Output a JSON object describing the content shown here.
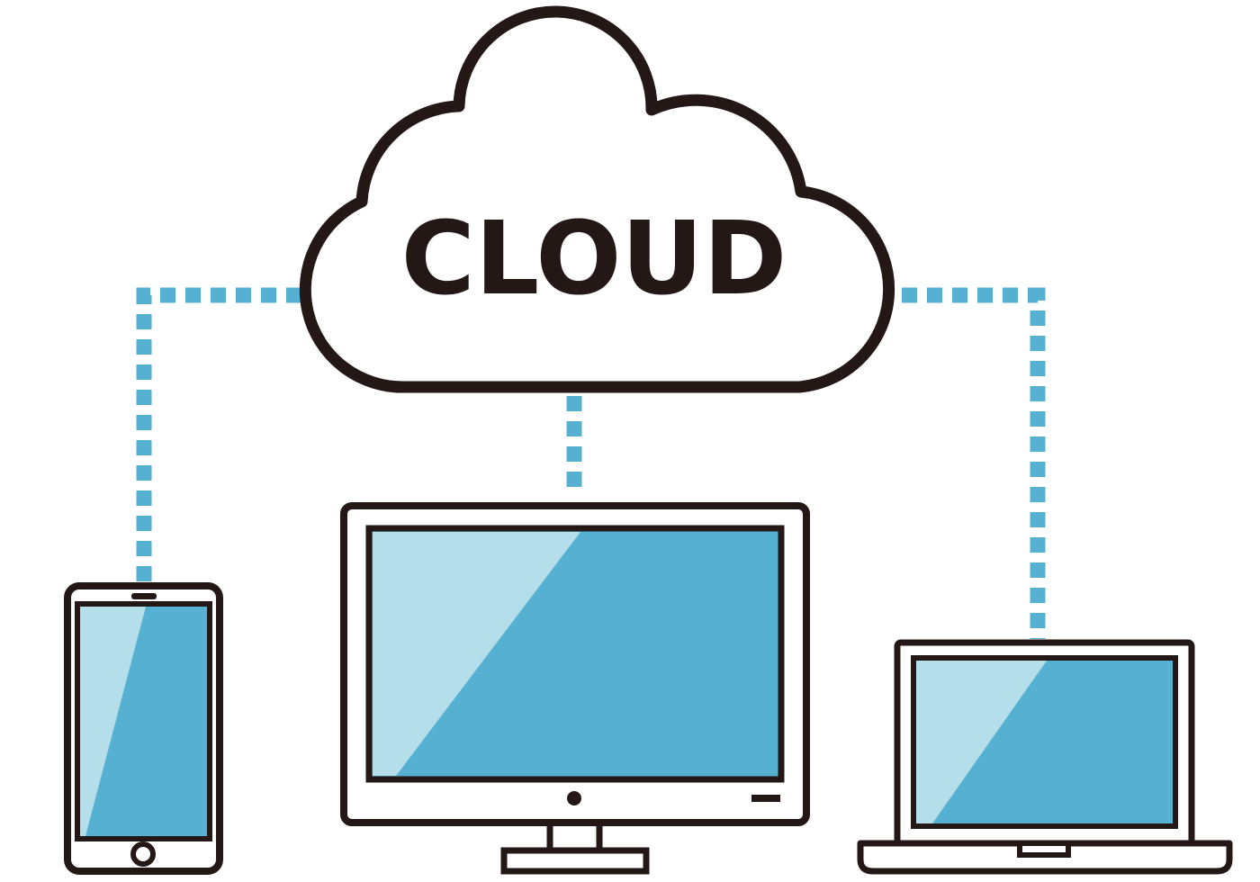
{
  "cloud": {
    "label": "CLOUD",
    "icon": "cloud-icon"
  },
  "devices": [
    {
      "name": "smartphone",
      "icon": "smartphone-icon"
    },
    {
      "name": "desktop-monitor",
      "icon": "monitor-icon"
    },
    {
      "name": "laptop",
      "icon": "laptop-icon"
    }
  ],
  "colors": {
    "outline": "#231815",
    "connector": "#55b0d2",
    "screen": "#55b0d2",
    "screen_highlight": "#b4dfea",
    "background": "#ffffff"
  }
}
